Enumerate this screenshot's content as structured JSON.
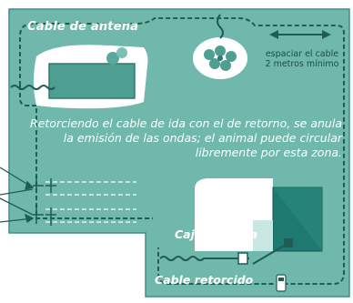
{
  "labels": {
    "antenna_cable": "Cable de antena",
    "spacing_line1": "espaciar el cable",
    "spacing_line2": "2 metros mínimo",
    "description": "Retorciendo el cable de ida con el de retorno, se anula la emisión de las ondas; el animal puede circular libremente por esta zona.",
    "transmitter_box": "Caja emisora",
    "twisted_cable": "Cable retorcido"
  },
  "colors": {
    "yard": "#6fb8ab",
    "dark_teal": "#1e7a70",
    "light_teal": "#b8e0d8",
    "cable": "#1f5c54",
    "white": "#ffffff",
    "text_dark": "#1a4d45"
  },
  "icons": [
    "pool-icon",
    "shrubs-icon",
    "house-icon",
    "car-icon",
    "double-arrow-icon",
    "transmitter-icon"
  ]
}
